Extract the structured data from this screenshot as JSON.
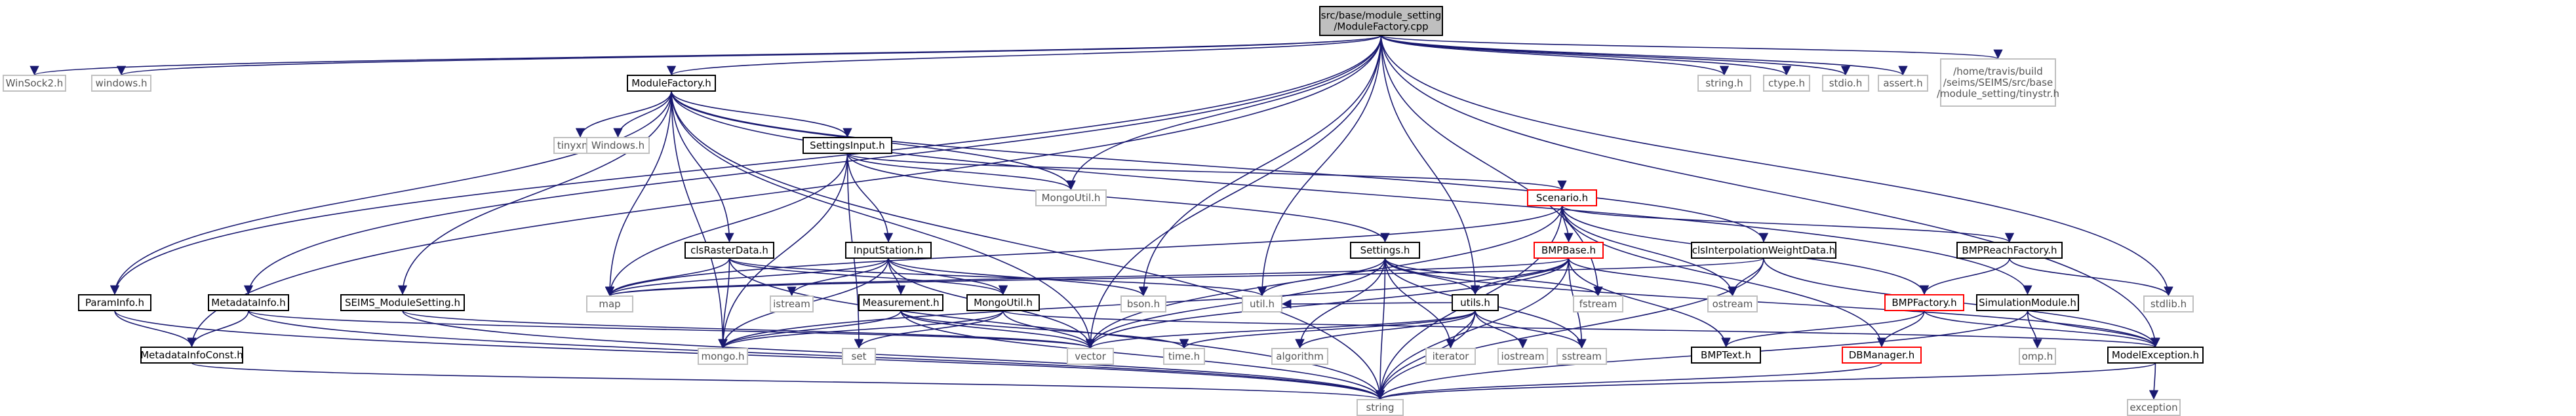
{
  "diagram": {
    "type": "include-dependency-graph",
    "colors": {
      "edge": "#191970",
      "box_border_normal": "#000000",
      "box_border_missing": "#bfbfbf",
      "box_border_incomplete": "#ff0000",
      "root_fill": "#bfbfbf",
      "text": "#000000",
      "missing_text": "#555555"
    },
    "nodes": [
      {
        "id": "root",
        "label": "src/base/module_setting\n/ModuleFactory.cpp",
        "style": "root"
      },
      {
        "id": "winsock",
        "label": "WinSock2.h",
        "style": "missing"
      },
      {
        "id": "windows_lc",
        "label": "windows.h",
        "style": "missing"
      },
      {
        "id": "modulefactory_h",
        "label": "ModuleFactory.h",
        "style": "normal"
      },
      {
        "id": "string_h",
        "label": "string.h",
        "style": "missing"
      },
      {
        "id": "ctype_h",
        "label": "ctype.h",
        "style": "missing"
      },
      {
        "id": "stdio_h",
        "label": "stdio.h",
        "style": "missing"
      },
      {
        "id": "assert_h",
        "label": "assert.h",
        "style": "missing"
      },
      {
        "id": "tinystr",
        "label": "/home/travis/build\n/seims/SEIMS/src/base\n/module_setting/tinystr.h",
        "style": "missing"
      },
      {
        "id": "tinyxml",
        "label": "tinyxml.h",
        "style": "missing"
      },
      {
        "id": "windows_uc",
        "label": "Windows.h",
        "style": "missing"
      },
      {
        "id": "settingsinput",
        "label": "SettingsInput.h",
        "style": "normal"
      },
      {
        "id": "mongoutil_h1",
        "label": "MongoUtil.h",
        "style": "missing"
      },
      {
        "id": "scenario",
        "label": "Scenario.h",
        "style": "incomplete"
      },
      {
        "id": "clsraster",
        "label": "clsRasterData.h",
        "style": "normal"
      },
      {
        "id": "inputstation",
        "label": "InputStation.h",
        "style": "normal"
      },
      {
        "id": "settings",
        "label": "Settings.h",
        "style": "normal"
      },
      {
        "id": "bmpbase",
        "label": "BMPBase.h",
        "style": "incomplete"
      },
      {
        "id": "clsinterp",
        "label": "clsInterpolationWeightData.h",
        "style": "normal"
      },
      {
        "id": "bmpreach",
        "label": "BMPReachFactory.h",
        "style": "normal"
      },
      {
        "id": "paraminfo",
        "label": "ParamInfo.h",
        "style": "normal"
      },
      {
        "id": "metadatainfo",
        "label": "MetadataInfo.h",
        "style": "normal"
      },
      {
        "id": "seims_ms",
        "label": "SEIMS_ModuleSetting.h",
        "style": "normal"
      },
      {
        "id": "map",
        "label": "map",
        "style": "missing"
      },
      {
        "id": "istream",
        "label": "istream",
        "style": "missing"
      },
      {
        "id": "measurement",
        "label": "Measurement.h",
        "style": "normal"
      },
      {
        "id": "mongoutil_h2",
        "label": "MongoUtil.h",
        "style": "normal"
      },
      {
        "id": "bson",
        "label": "bson.h",
        "style": "missing"
      },
      {
        "id": "util",
        "label": "util.h",
        "style": "missing"
      },
      {
        "id": "utils",
        "label": "utils.h",
        "style": "normal"
      },
      {
        "id": "fstream",
        "label": "fstream",
        "style": "missing"
      },
      {
        "id": "ostream",
        "label": "ostream",
        "style": "missing"
      },
      {
        "id": "bmpfactory",
        "label": "BMPFactory.h",
        "style": "incomplete"
      },
      {
        "id": "simmodule",
        "label": "SimulationModule.h",
        "style": "normal"
      },
      {
        "id": "stdlib",
        "label": "stdlib.h",
        "style": "missing"
      },
      {
        "id": "metaconst",
        "label": "MetadataInfoConst.h",
        "style": "normal"
      },
      {
        "id": "mongo",
        "label": "mongo.h",
        "style": "missing"
      },
      {
        "id": "set",
        "label": "set",
        "style": "missing"
      },
      {
        "id": "vector",
        "label": "vector",
        "style": "missing"
      },
      {
        "id": "time",
        "label": "time.h",
        "style": "missing"
      },
      {
        "id": "algorithm",
        "label": "algorithm",
        "style": "missing"
      },
      {
        "id": "iterator",
        "label": "iterator",
        "style": "missing"
      },
      {
        "id": "iostream",
        "label": "iostream",
        "style": "missing"
      },
      {
        "id": "sstream",
        "label": "sstream",
        "style": "missing"
      },
      {
        "id": "bmptext",
        "label": "BMPText.h",
        "style": "normal"
      },
      {
        "id": "dbmanager",
        "label": "DBManager.h",
        "style": "incomplete"
      },
      {
        "id": "omp",
        "label": "omp.h",
        "style": "missing"
      },
      {
        "id": "modexc",
        "label": "ModelException.h",
        "style": "normal"
      },
      {
        "id": "string",
        "label": "string",
        "style": "missing"
      },
      {
        "id": "exception",
        "label": "exception",
        "style": "missing"
      }
    ],
    "edges": [
      [
        "root",
        "winsock"
      ],
      [
        "root",
        "windows_lc"
      ],
      [
        "root",
        "modulefactory_h"
      ],
      [
        "root",
        "string_h"
      ],
      [
        "root",
        "ctype_h"
      ],
      [
        "root",
        "stdio_h"
      ],
      [
        "root",
        "assert_h"
      ],
      [
        "root",
        "tinystr"
      ],
      [
        "root",
        "paraminfo"
      ],
      [
        "root",
        "metadatainfo"
      ],
      [
        "root",
        "metaconst"
      ],
      [
        "root",
        "mongoutil_h1"
      ],
      [
        "root",
        "bson"
      ],
      [
        "root",
        "util"
      ],
      [
        "root",
        "utils"
      ],
      [
        "root",
        "fstream"
      ],
      [
        "root",
        "stdlib"
      ],
      [
        "root",
        "modexc"
      ],
      [
        "root",
        "vector"
      ],
      [
        "modulefactory_h",
        "tinyxml"
      ],
      [
        "modulefactory_h",
        "windows_uc"
      ],
      [
        "modulefactory_h",
        "settingsinput"
      ],
      [
        "modulefactory_h",
        "paraminfo"
      ],
      [
        "modulefactory_h",
        "seims_ms"
      ],
      [
        "modulefactory_h",
        "clsraster"
      ],
      [
        "modulefactory_h",
        "map"
      ],
      [
        "modulefactory_h",
        "mongo"
      ],
      [
        "modulefactory_h",
        "string"
      ],
      [
        "modulefactory_h",
        "vector"
      ],
      [
        "modulefactory_h",
        "clsinterp"
      ],
      [
        "modulefactory_h",
        "simmodule"
      ],
      [
        "modulefactory_h",
        "mongoutil_h1"
      ],
      [
        "settingsinput",
        "mongoutil_h1"
      ],
      [
        "settingsinput",
        "scenario"
      ],
      [
        "settingsinput",
        "inputstation"
      ],
      [
        "settingsinput",
        "settings"
      ],
      [
        "settingsinput",
        "map"
      ],
      [
        "settingsinput",
        "mongo"
      ],
      [
        "settingsinput",
        "set"
      ],
      [
        "scenario",
        "bmpbase"
      ],
      [
        "scenario",
        "bmpreach"
      ],
      [
        "scenario",
        "bmpfactory"
      ],
      [
        "scenario",
        "dbmanager"
      ],
      [
        "scenario",
        "ostream"
      ],
      [
        "scenario",
        "map"
      ],
      [
        "scenario",
        "vector"
      ],
      [
        "scenario",
        "string"
      ],
      [
        "clsraster",
        "map"
      ],
      [
        "clsraster",
        "mongo"
      ],
      [
        "clsraster",
        "string"
      ],
      [
        "clsraster",
        "util"
      ],
      [
        "clsraster",
        "mongoutil_h2"
      ],
      [
        "inputstation",
        "measurement"
      ],
      [
        "inputstation",
        "map"
      ],
      [
        "inputstation",
        "istream"
      ],
      [
        "inputstation",
        "vector"
      ],
      [
        "inputstation",
        "mongo"
      ],
      [
        "inputstation",
        "bson"
      ],
      [
        "inputstation",
        "mongoutil_h2"
      ],
      [
        "settings",
        "util"
      ],
      [
        "settings",
        "utils"
      ],
      [
        "settings",
        "fstream"
      ],
      [
        "settings",
        "string"
      ],
      [
        "settings",
        "vector"
      ],
      [
        "settings",
        "algorithm"
      ],
      [
        "settings",
        "iterator"
      ],
      [
        "settings",
        "sstream"
      ],
      [
        "settings",
        "modexc"
      ],
      [
        "bmpbase",
        "utils"
      ],
      [
        "bmpbase",
        "bmptext"
      ],
      [
        "bmpbase",
        "map"
      ],
      [
        "bmpbase",
        "mongo"
      ],
      [
        "bmpbase",
        "string"
      ],
      [
        "bmpbase",
        "ostream"
      ],
      [
        "bmpbase",
        "vector"
      ],
      [
        "bmpbase",
        "sstream"
      ],
      [
        "clsinterp",
        "map"
      ],
      [
        "clsinterp",
        "ostream"
      ],
      [
        "clsinterp",
        "string"
      ],
      [
        "clsinterp",
        "modexc"
      ],
      [
        "bmpreach",
        "bmpfactory"
      ],
      [
        "bmpreach",
        "stdlib"
      ],
      [
        "paraminfo",
        "metaconst"
      ],
      [
        "paraminfo",
        "string"
      ],
      [
        "metadatainfo",
        "metaconst"
      ],
      [
        "metadatainfo",
        "string"
      ],
      [
        "metadatainfo",
        "vector"
      ],
      [
        "seims_ms",
        "string"
      ],
      [
        "seims_ms",
        "vector"
      ],
      [
        "measurement",
        "mongo"
      ],
      [
        "measurement",
        "vector"
      ],
      [
        "measurement",
        "time"
      ],
      [
        "measurement",
        "string"
      ],
      [
        "mongoutil_h2",
        "mongo"
      ],
      [
        "mongoutil_h2",
        "set"
      ],
      [
        "mongoutil_h2",
        "vector"
      ],
      [
        "mongoutil_h2",
        "modexc"
      ],
      [
        "utils",
        "algorithm"
      ],
      [
        "utils",
        "iterator"
      ],
      [
        "utils",
        "iostream"
      ],
      [
        "utils",
        "sstream"
      ],
      [
        "utils",
        "time"
      ],
      [
        "utils",
        "vector"
      ],
      [
        "utils",
        "string"
      ],
      [
        "utils",
        "util"
      ],
      [
        "bmpfactory",
        "bmptext"
      ],
      [
        "bmpfactory",
        "dbmanager"
      ],
      [
        "bmpfactory",
        "modexc"
      ],
      [
        "simmodule",
        "omp"
      ],
      [
        "simmodule",
        "modexc"
      ],
      [
        "simmodule",
        "string"
      ],
      [
        "dbmanager",
        "string"
      ],
      [
        "modexc",
        "exception"
      ],
      [
        "modexc",
        "string"
      ],
      [
        "metaconst",
        "string"
      ]
    ]
  }
}
